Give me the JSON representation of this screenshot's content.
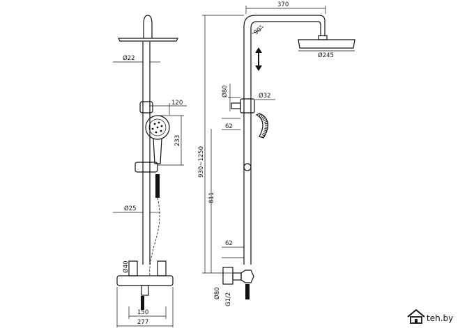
{
  "front_view": {
    "dim_head_pipe": "Ø22",
    "dim_hand_width": "120",
    "dim_hand_len": "233",
    "dim_rail": "Ø25",
    "dim_mixer_dia": "Ø40",
    "dim_mixer_span": "150",
    "dim_total_width": "277"
  },
  "side_view": {
    "dim_arm_len": "370",
    "dim_angle": "90°",
    "dim_head_dia": "Ø245",
    "dim_height_range": "930~1250",
    "dim_slider_height": "Ø80",
    "dim_slider_dia": "Ø32",
    "dim_bracket_top": "62",
    "dim_lower_height": "811",
    "dim_bracket_low": "62",
    "dim_wall_flange": "Ø80",
    "dim_thread": "G1/2"
  },
  "watermark": {
    "site": "teh.by",
    "icon": "house-logo-icon"
  }
}
